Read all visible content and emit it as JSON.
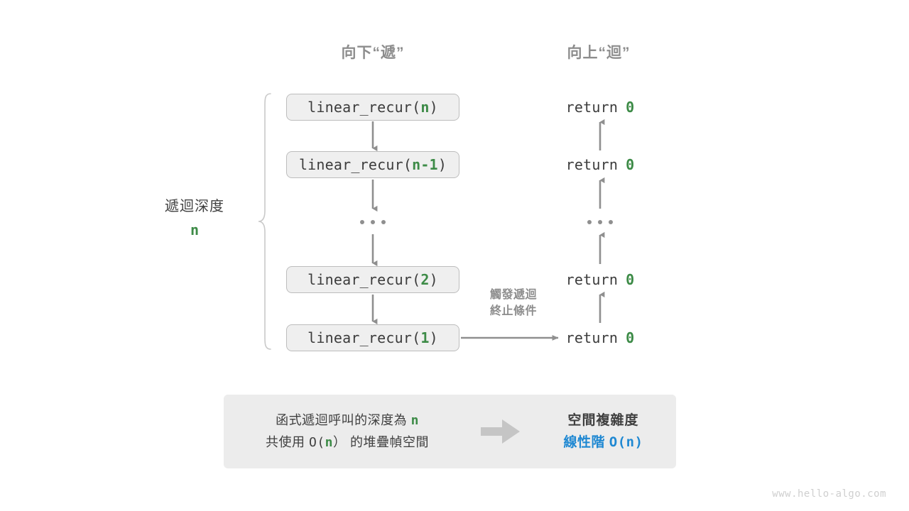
{
  "headers": {
    "down": "向下“遞”",
    "up": "向上“迴”"
  },
  "depth_label": {
    "title": "遞迴深度",
    "value": "n"
  },
  "calls": [
    {
      "prefix": "linear_recur(",
      "arg": "n",
      "suffix": ")"
    },
    {
      "prefix": "linear_recur(",
      "arg": "n-1",
      "suffix": ")"
    },
    {
      "prefix": "linear_recur(",
      "arg": "2",
      "suffix": ")"
    },
    {
      "prefix": "linear_recur(",
      "arg": "1",
      "suffix": ")"
    }
  ],
  "returns": [
    {
      "keyword": "return",
      "value": "0"
    },
    {
      "keyword": "return",
      "value": "0"
    },
    {
      "keyword": "return",
      "value": "0"
    },
    {
      "keyword": "return",
      "value": "0"
    }
  ],
  "ellipsis": "· · ·",
  "trigger_note": {
    "line1": "觸發遞迴",
    "line2": "終止條件"
  },
  "summary": {
    "left_line1_pre": "函式遞迴呼叫的深度為 ",
    "left_line1_var": "n",
    "left_line2_pre": "共使用 ",
    "left_line2_mid": "O(",
    "left_line2_var": "n",
    "left_line2_post": "） 的堆疊幀空間",
    "right_title": "空間複雜度",
    "right_value_text": "線性階 ",
    "right_value_mono": "O(n)"
  },
  "watermark": "www.hello-algo.com",
  "colors": {
    "accent_green": "#3d8b47",
    "accent_blue": "#1f88d2",
    "box_fill": "#efefef",
    "box_border": "#bdbdbd",
    "arrow_gray": "#8f8f8f",
    "panel_fill": "#ececec",
    "text_dark": "#3f3f3f",
    "text_muted": "#8d8d8d"
  }
}
